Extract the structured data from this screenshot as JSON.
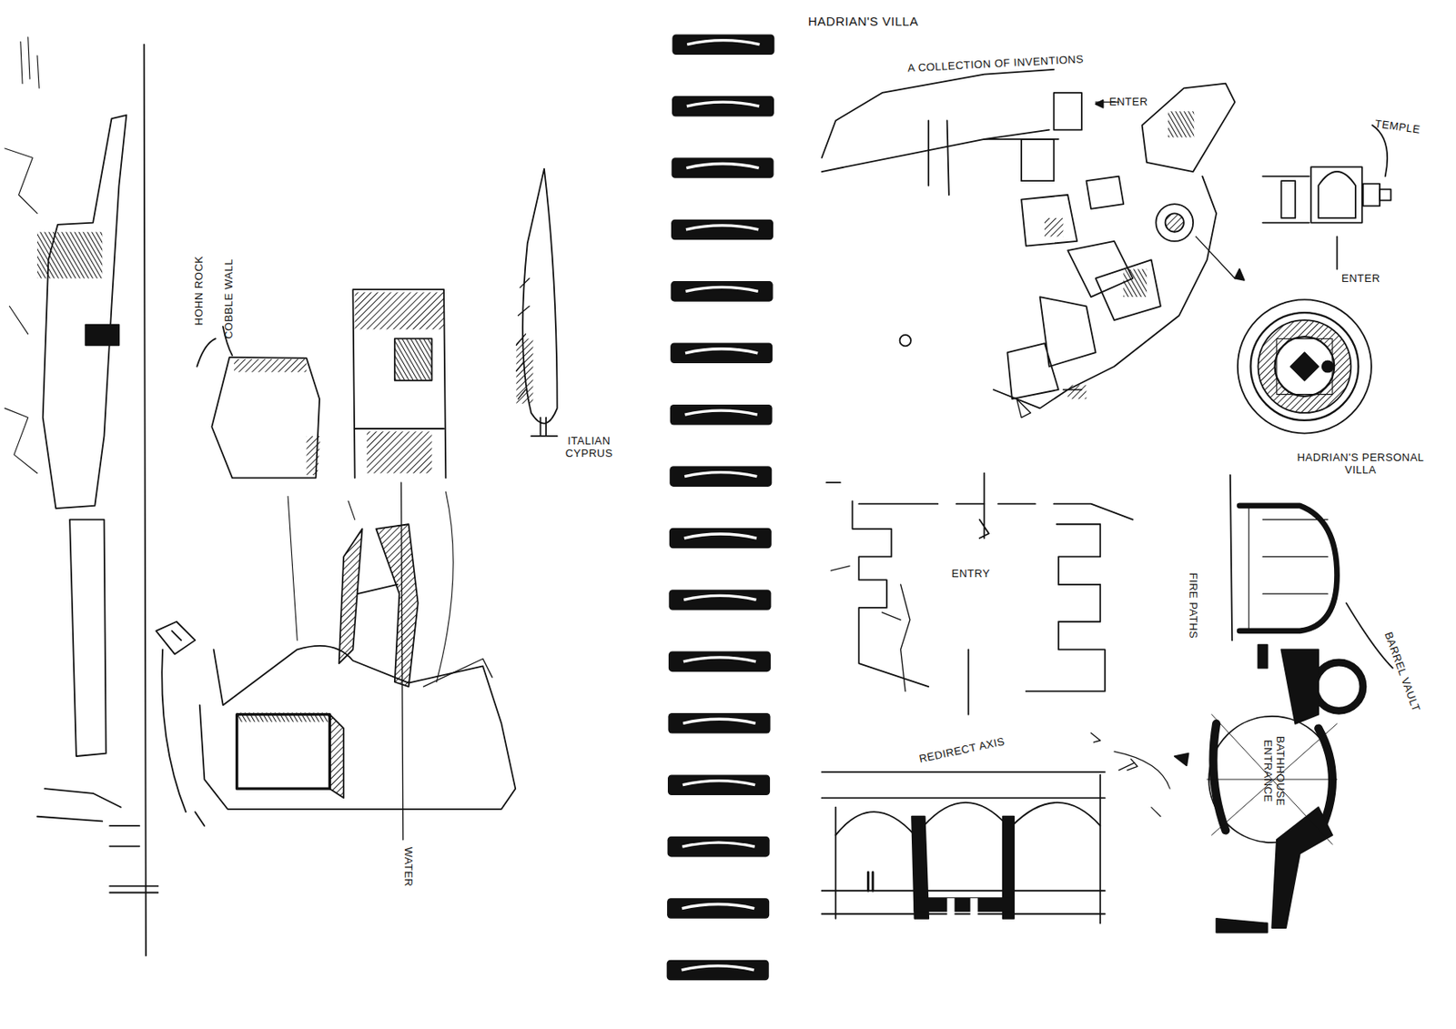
{
  "diagram": {
    "title": "HADRIAN'S VILLA",
    "labels": [
      "A COLLECTION OF INVENTIONS",
      "ENTER",
      "TEMPLE",
      "ENTER",
      "HADRIAN'S PERSONAL VILLA",
      "ENTRY",
      "REDIRECT AXIS",
      "FIRE PATHS",
      "BARREL VAULT",
      "BATHHOUSE ENTRANCE",
      "HOHN ROCK",
      "COBBLE WALL",
      "ITALIAN CYPRUS",
      "WATER"
    ]
  }
}
